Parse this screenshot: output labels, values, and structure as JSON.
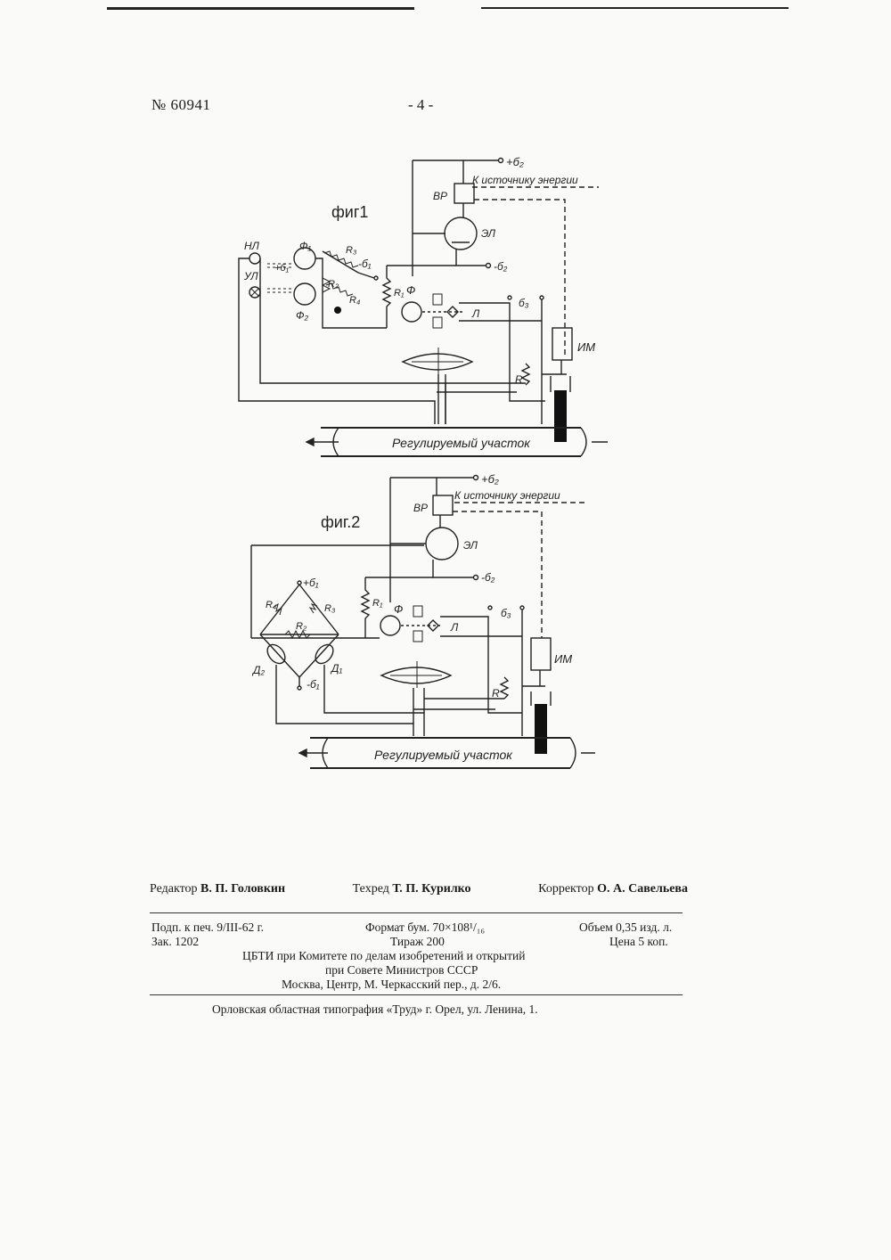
{
  "header": {
    "patent_number": "№ 60941",
    "page_number": "- 4 -"
  },
  "fig1": {
    "title": "фиг1",
    "labels": {
      "plus_b2": "+б₂",
      "to_source": "К источнику энергии",
      "vr": "ВР",
      "el": "ЭЛ",
      "minus_b2": "-б₂",
      "np": "НЛ",
      "ul": "УЛ",
      "f1": "Ф₁",
      "f2": "Ф₂",
      "plus_b1": "+б₁",
      "r3": "R₃",
      "minus_b1": "-б₁",
      "r2": "R₂",
      "r4": "R₄",
      "r1": "R₁",
      "f": "Ф",
      "b3": "б₃",
      "l": "Л",
      "im": "ИМ",
      "r": "R",
      "pipe": "Регулируемый участок"
    }
  },
  "fig2": {
    "title": "фиг.2",
    "labels": {
      "plus_b2": "+б₂",
      "to_source": "К источнику энергии",
      "vr": "ВР",
      "el": "ЭЛ",
      "minus_b2": "-б₂",
      "plus_b1": "+б₁",
      "r4": "R₄",
      "r3": "R₃",
      "r2": "R₂",
      "r1": "R₁",
      "f": "Ф",
      "b3": "б₃",
      "l": "Л",
      "d2": "Д₂",
      "d1": "Д₁",
      "minus_b1": "-б₁",
      "im": "ИМ",
      "r": "R",
      "pipe": "Регулируемый участок"
    }
  },
  "colophon": {
    "editor_label": "Редактор",
    "editor_name": "В. П. Головкин",
    "techred_label": "Техред",
    "techred_name": "Т. П. Курилко",
    "corrector_label": "Корректор",
    "corrector_name": "О. А. Савельева",
    "signed": "Подп. к печ. 9/III-62 г.",
    "format": "Формат бум. 70×108¹/₁₆",
    "volume": "Объем 0,35 изд. л.",
    "order": "Зак. 1202",
    "print_run": "Тираж 200",
    "price": "Цена 5 коп.",
    "org_line1": "ЦБТИ при Комитете по делам изобретений и открытий",
    "org_line2": "при Совете Министров СССР",
    "org_line3": "Москва, Центр, М. Черкасский пер., д. 2/6.",
    "printer": "Орловская областная типография «Труд» г. Орел, ул. Ленина, 1."
  }
}
